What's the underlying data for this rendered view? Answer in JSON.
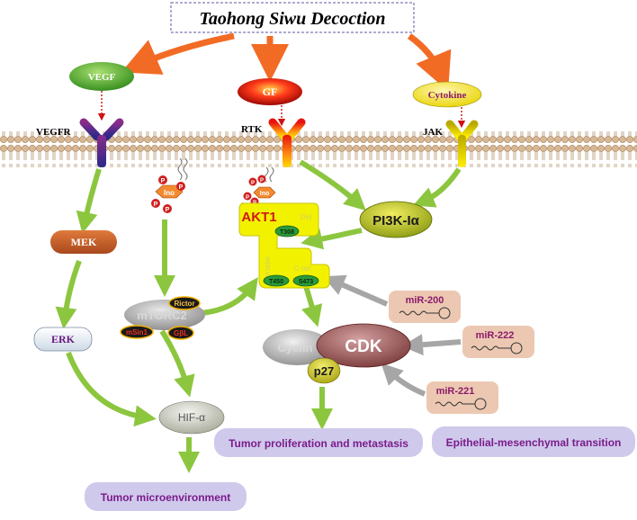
{
  "title": "Taohong Siwu Decoction",
  "ligands": {
    "vegf": "VEGF",
    "gf": "GF",
    "cytokine": "Cytokine"
  },
  "receptors": {
    "vegfr": "VEGFR",
    "rtk": "RTK",
    "jak": "JAK"
  },
  "nodes": {
    "mek": "MEK",
    "erk": "ERK",
    "hif": "HIF-α",
    "pi3k": "PI3K-Iα",
    "akt1": "AKT1",
    "ph": "PH",
    "kinase": "kinase",
    "ctail": "C-tail",
    "t308": "T308",
    "t450": "T450",
    "s473": "S473",
    "ino": "Ino",
    "p": "P",
    "mtorc2": "mTORC2",
    "rictor": "Rictor",
    "msin1": "mSin1",
    "gbl": "GβL",
    "cyclin": "Cyclin",
    "cdk": "CDK",
    "p27": "p27"
  },
  "mirnas": {
    "mir200": "miR-200",
    "mir222": "miR-222",
    "mir221": "miR-221"
  },
  "outcomes": {
    "proliferation": "Tumor proliferation and metastasis",
    "emt": "Epithelial-mesenchymal transition",
    "microenv": "Tumor microenvironment"
  },
  "colors": {
    "orange_arrow": "#f26b24",
    "green_arrow": "#8cc63f",
    "grey_arrow": "#a6a6a6",
    "membrane": "#c9a27a",
    "akt_fill": "#f2f200",
    "mirna_fill": "#ecc8b2",
    "mirna_text": "#8b1a6b",
    "outcome_fill": "#cfc9ec",
    "outcome_text": "#7b1c8a"
  }
}
